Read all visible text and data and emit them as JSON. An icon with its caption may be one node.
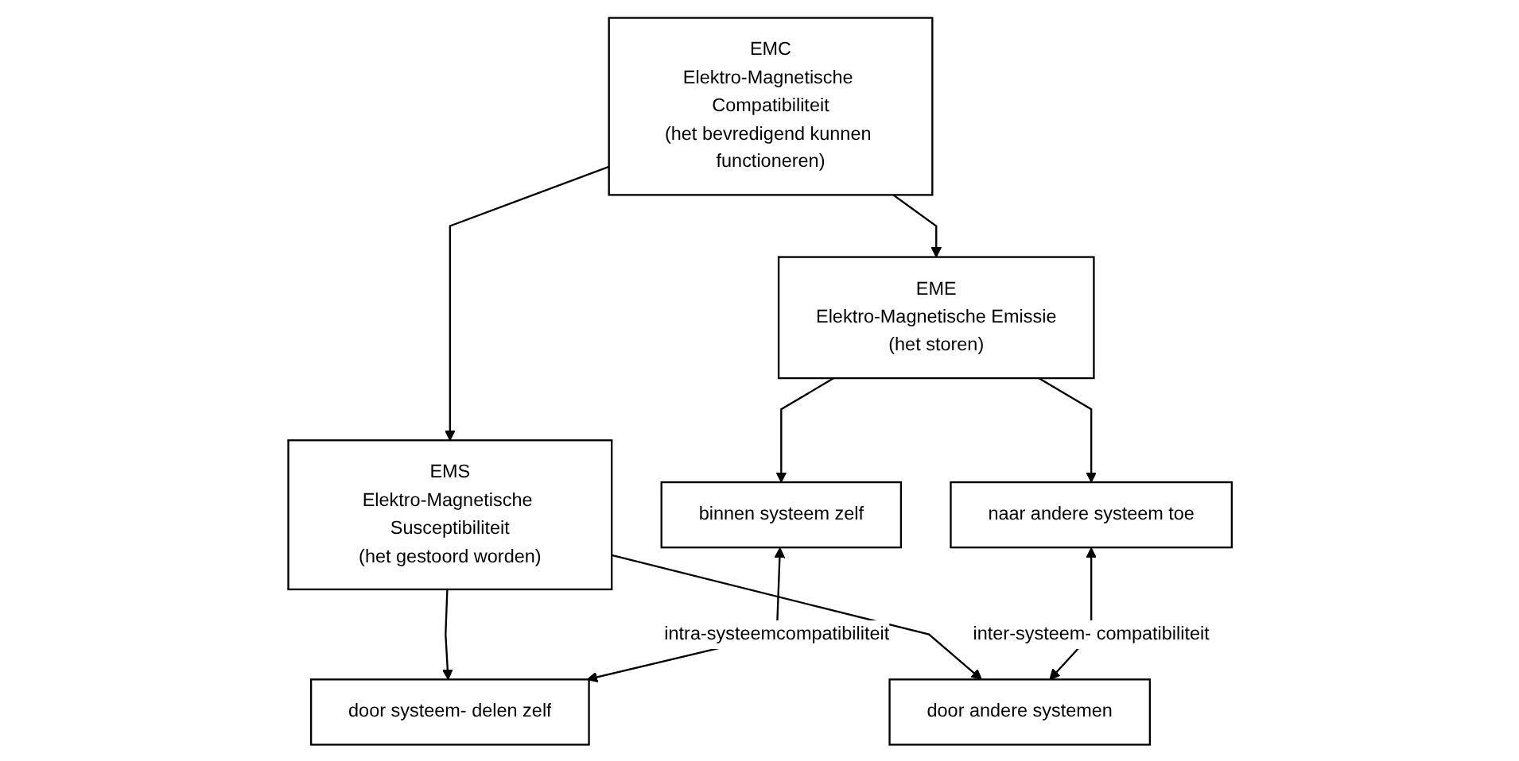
{
  "diagram": {
    "nodes": [
      {
        "text": [
          "EMC",
          "Elektro-Magnetische Compatibiliteit",
          "(het bevredigend kunnen functioneren)"
        ]
      },
      {
        "text": [
          "EME",
          "Elektro-Magnetische Emissie",
          "(het storen)"
        ]
      },
      {
        "text": [
          "EMS",
          "Elektro-Magnetische Susceptibiliteit",
          "(het gestoord worden)"
        ]
      },
      {
        "text": [
          "binnen systeem zelf"
        ]
      },
      {
        "text": [
          "naar andere systeem toe"
        ]
      },
      {
        "text": [
          "door andere systemen"
        ]
      },
      {
        "text": [
          "door systeem- delen zelf"
        ]
      }
    ],
    "edges": [
      {
        "from": 0,
        "to": 1,
        "arrow": "to"
      },
      {
        "from": 0,
        "to": 2,
        "arrow": "to"
      },
      {
        "from": 1,
        "to": 3,
        "arrow": "to"
      },
      {
        "from": 1,
        "to": 4,
        "arrow": "to"
      },
      {
        "from": 2,
        "to": 5,
        "arrow": "to"
      },
      {
        "from": 2,
        "to": 6,
        "arrow": "to"
      },
      {
        "from": 4,
        "to": 5,
        "arrow": "both",
        "label": "inter-systeem- compatibiliteit"
      },
      {
        "from": 3,
        "to": 6,
        "arrow": "both",
        "label": "intra-systeemcompatibiliteit"
      }
    ]
  }
}
